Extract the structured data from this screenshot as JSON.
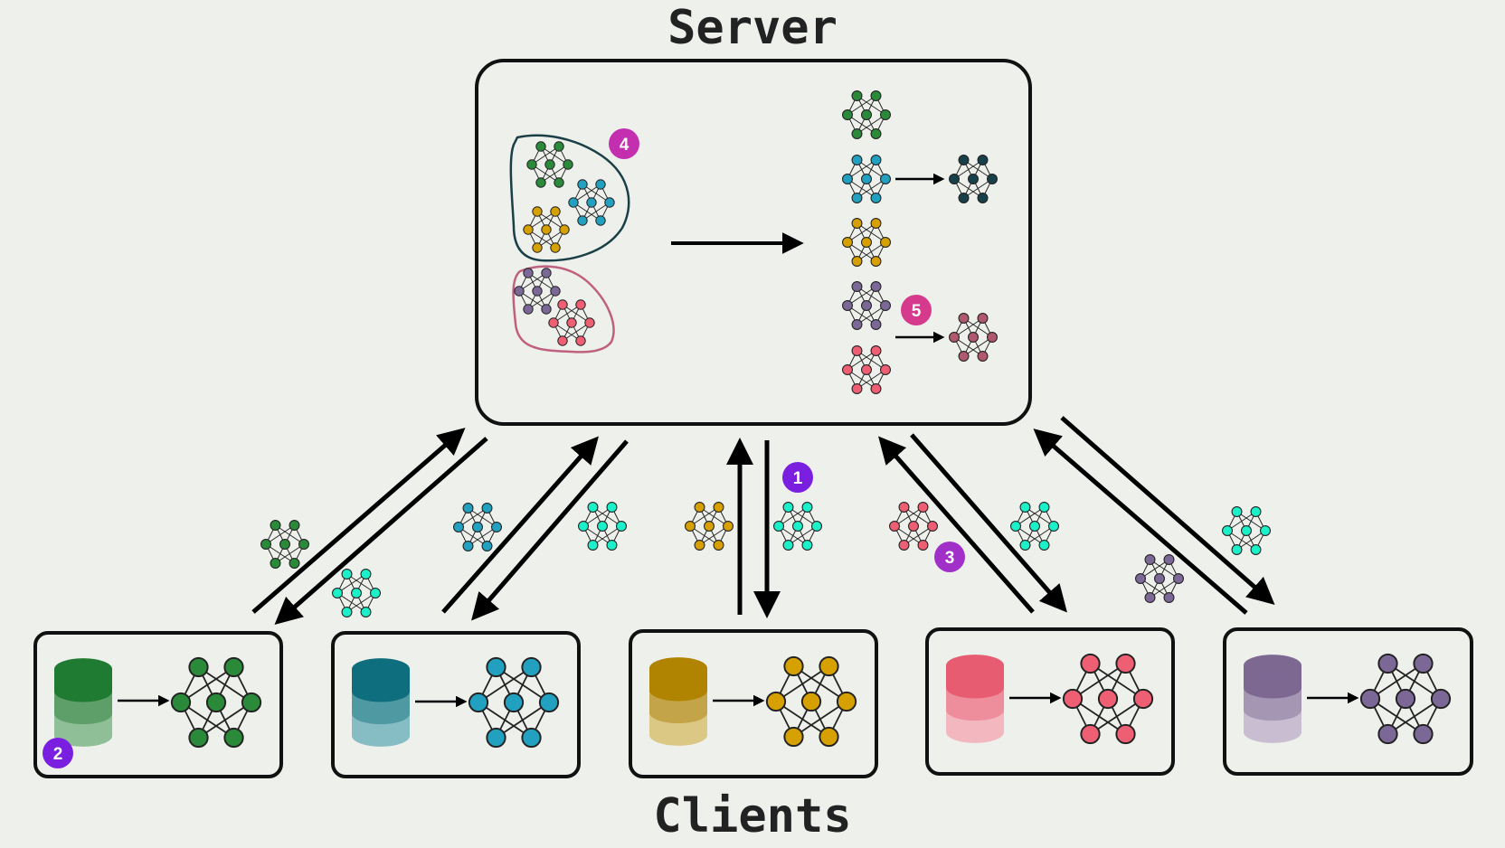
{
  "titles": {
    "server": "Server",
    "clients": "Clients"
  },
  "colors": {
    "green": "#2a8a3a",
    "blue": "#22a0c0",
    "gold": "#d6a100",
    "red": "#ee5f73",
    "purple": "#7c6896",
    "teal": "#1cf0c8",
    "darkteal": "#17404a",
    "mauve": "#b0586e",
    "cluster1_outline": "#1b3f46",
    "cluster2_outline": "#c06080",
    "badge_purple": "#7a1fe0",
    "badge_magenta": "#c42fb0",
    "badge_pink": "#d63a8c",
    "badge_violet": "#a030c8"
  },
  "badges": [
    {
      "id": "badge-1",
      "label": "1",
      "color": "badge_purple"
    },
    {
      "id": "badge-2",
      "label": "2",
      "color": "badge_purple"
    },
    {
      "id": "badge-3",
      "label": "3",
      "color": "badge_violet"
    },
    {
      "id": "badge-4",
      "label": "4",
      "color": "badge_magenta"
    },
    {
      "id": "badge-5",
      "label": "5",
      "color": "badge_pink"
    }
  ],
  "clients": [
    {
      "name": "client-green",
      "color": "green",
      "db_top": "#1f7a32",
      "db_mid": "#5e9e68",
      "db_bot": "#8fbf96"
    },
    {
      "name": "client-blue",
      "color": "blue",
      "db_top": "#0f6e7d",
      "db_mid": "#4f99a3",
      "db_bot": "#86bcc3"
    },
    {
      "name": "client-gold",
      "color": "gold",
      "db_top": "#b08300",
      "db_mid": "#c4a448",
      "db_bot": "#dcc885"
    },
    {
      "name": "client-red",
      "color": "red",
      "db_top": "#e85c72",
      "db_mid": "#ee8d9b",
      "db_bot": "#f3b7c0"
    },
    {
      "name": "client-purple",
      "color": "purple",
      "db_top": "#7d6892",
      "db_mid": "#a596b3",
      "db_bot": "#c8bdd1"
    }
  ],
  "cluster_models": [
    "green",
    "blue",
    "gold",
    "purple",
    "red"
  ],
  "server_models": [
    "green",
    "blue",
    "gold",
    "purple",
    "red"
  ],
  "aggregated_models": [
    "darkteal",
    "mauve"
  ],
  "upload_models": [
    "green",
    "blue",
    "gold",
    "red",
    "purple"
  ],
  "download_model_color": "teal"
}
